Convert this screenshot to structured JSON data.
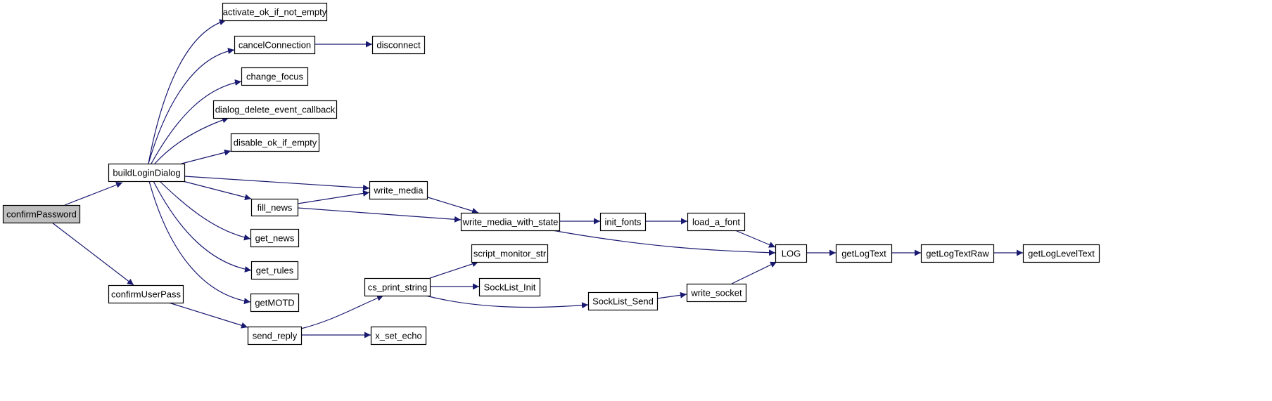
{
  "diagram": {
    "type": "call-graph",
    "edge_color": "#191970",
    "root_fill": "#bfbfbf",
    "node_fill": "#ffffff",
    "nodes": [
      {
        "id": "confirmPassword",
        "label": "confirmPassword",
        "root": true
      },
      {
        "id": "buildLoginDialog",
        "label": "buildLoginDialog"
      },
      {
        "id": "confirmUserPass",
        "label": "confirmUserPass"
      },
      {
        "id": "activate_ok_if_not_empty",
        "label": "activate_ok_if_not_empty"
      },
      {
        "id": "cancelConnection",
        "label": "cancelConnection"
      },
      {
        "id": "disconnect",
        "label": "disconnect"
      },
      {
        "id": "change_focus",
        "label": "change_focus"
      },
      {
        "id": "dialog_delete_event_callback",
        "label": "dialog_delete_event_callback"
      },
      {
        "id": "disable_ok_if_empty",
        "label": "disable_ok_if_empty"
      },
      {
        "id": "write_media",
        "label": "write_media"
      },
      {
        "id": "fill_news",
        "label": "fill_news"
      },
      {
        "id": "write_media_with_state",
        "label": "write_media_with_state"
      },
      {
        "id": "init_fonts",
        "label": "init_fonts"
      },
      {
        "id": "load_a_font",
        "label": "load_a_font"
      },
      {
        "id": "LOG",
        "label": "LOG"
      },
      {
        "id": "getLogText",
        "label": "getLogText"
      },
      {
        "id": "getLogTextRaw",
        "label": "getLogTextRaw"
      },
      {
        "id": "getLogLevelText",
        "label": "getLogLevelText"
      },
      {
        "id": "get_news",
        "label": "get_news"
      },
      {
        "id": "get_rules",
        "label": "get_rules"
      },
      {
        "id": "getMOTD",
        "label": "getMOTD"
      },
      {
        "id": "send_reply",
        "label": "send_reply"
      },
      {
        "id": "cs_print_string",
        "label": "cs_print_string"
      },
      {
        "id": "script_monitor_str",
        "label": "script_monitor_str"
      },
      {
        "id": "SockList_Init",
        "label": "SockList_Init"
      },
      {
        "id": "SockList_Send",
        "label": "SockList_Send"
      },
      {
        "id": "write_socket",
        "label": "write_socket"
      },
      {
        "id": "x_set_echo",
        "label": "x_set_echo"
      }
    ],
    "edges": [
      {
        "from": "confirmPassword",
        "to": "buildLoginDialog"
      },
      {
        "from": "confirmPassword",
        "to": "confirmUserPass"
      },
      {
        "from": "buildLoginDialog",
        "to": "activate_ok_if_not_empty"
      },
      {
        "from": "buildLoginDialog",
        "to": "cancelConnection"
      },
      {
        "from": "buildLoginDialog",
        "to": "change_focus"
      },
      {
        "from": "buildLoginDialog",
        "to": "dialog_delete_event_callback"
      },
      {
        "from": "buildLoginDialog",
        "to": "disable_ok_if_empty"
      },
      {
        "from": "buildLoginDialog",
        "to": "write_media"
      },
      {
        "from": "buildLoginDialog",
        "to": "fill_news"
      },
      {
        "from": "buildLoginDialog",
        "to": "get_news"
      },
      {
        "from": "buildLoginDialog",
        "to": "get_rules"
      },
      {
        "from": "buildLoginDialog",
        "to": "getMOTD"
      },
      {
        "from": "cancelConnection",
        "to": "disconnect"
      },
      {
        "from": "fill_news",
        "to": "write_media"
      },
      {
        "from": "fill_news",
        "to": "write_media_with_state"
      },
      {
        "from": "write_media",
        "to": "write_media_with_state"
      },
      {
        "from": "write_media_with_state",
        "to": "init_fonts"
      },
      {
        "from": "write_media_with_state",
        "to": "LOG"
      },
      {
        "from": "init_fonts",
        "to": "load_a_font"
      },
      {
        "from": "load_a_font",
        "to": "LOG"
      },
      {
        "from": "LOG",
        "to": "getLogText"
      },
      {
        "from": "getLogText",
        "to": "getLogTextRaw"
      },
      {
        "from": "getLogTextRaw",
        "to": "getLogLevelText"
      },
      {
        "from": "confirmUserPass",
        "to": "send_reply"
      },
      {
        "from": "send_reply",
        "to": "cs_print_string"
      },
      {
        "from": "send_reply",
        "to": "x_set_echo"
      },
      {
        "from": "cs_print_string",
        "to": "script_monitor_str"
      },
      {
        "from": "cs_print_string",
        "to": "SockList_Init"
      },
      {
        "from": "cs_print_string",
        "to": "SockList_Send"
      },
      {
        "from": "SockList_Send",
        "to": "write_socket"
      },
      {
        "from": "write_socket",
        "to": "LOG"
      }
    ]
  }
}
